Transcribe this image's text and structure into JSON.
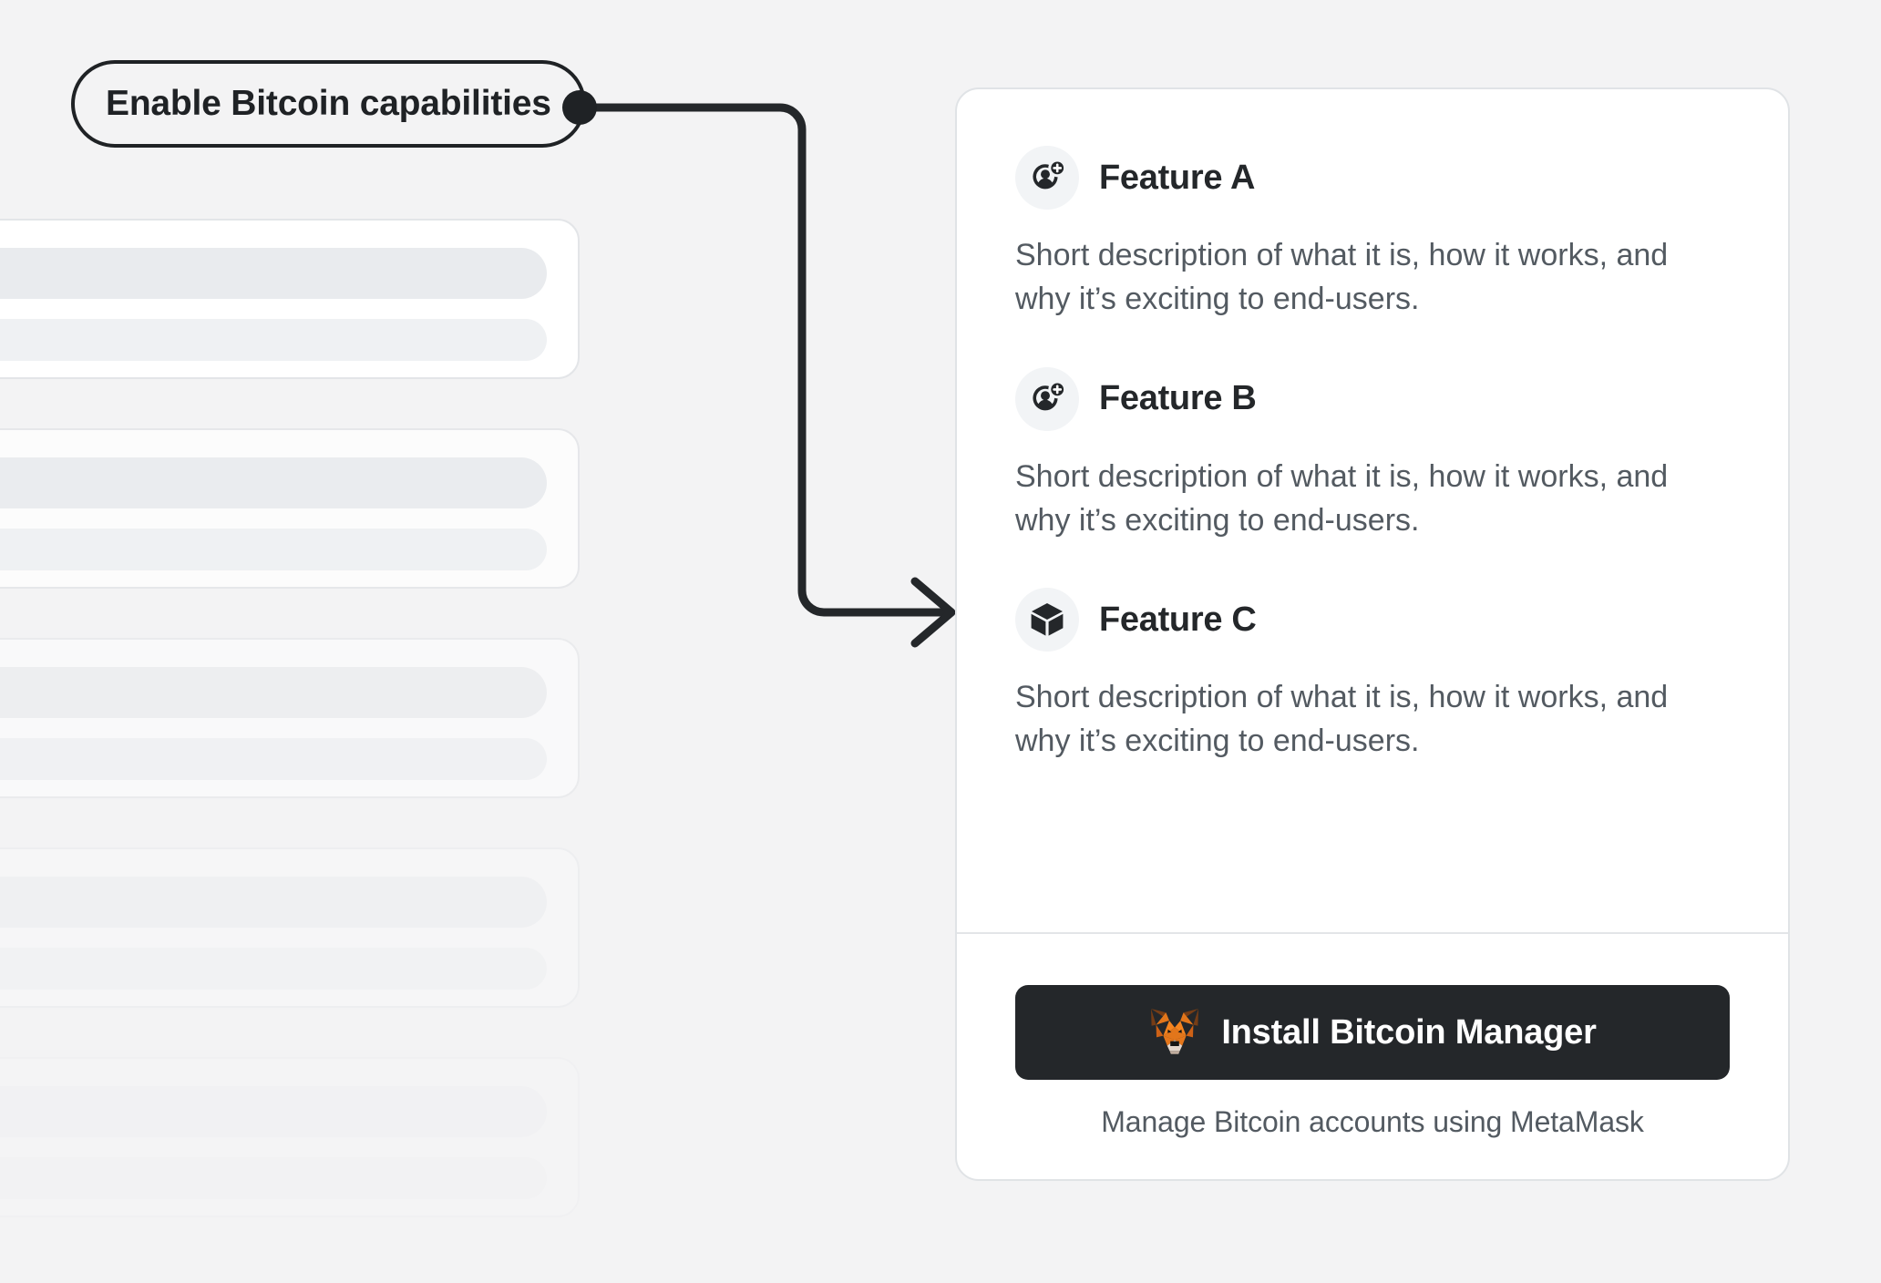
{
  "page": {
    "background_color": "#F3F3F4"
  },
  "callout": {
    "label": "Enable Bitcoin capabilities",
    "dot_color": "#1F2225",
    "line_color": "#24272A",
    "connector_icon": "arrow-right-icon"
  },
  "background_list": {
    "placeholder_count": 5,
    "items": [
      {
        "opacity_class": "f1"
      },
      {
        "opacity_class": "f2"
      },
      {
        "opacity_class": "f3"
      },
      {
        "opacity_class": "f4"
      },
      {
        "opacity_class": "f5"
      }
    ]
  },
  "card": {
    "accent_color": "#24272A",
    "features": [
      {
        "icon": "add-account-icon",
        "title": "Feature A",
        "description": "Short description of what it is, how it works, and why it’s exciting to end-users."
      },
      {
        "icon": "add-account-icon",
        "title": "Feature B",
        "description": "Short description of what it is, how it works, and why it’s exciting to end-users."
      },
      {
        "icon": "cube-icon",
        "title": "Feature C",
        "description": "Short description of what it is, how it works, and why it’s exciting to end-users."
      }
    ],
    "footer": {
      "button_icon": "metamask-fox-icon",
      "button_label": "Install Bitcoin Manager",
      "button_color": "#24272A",
      "caption": "Manage Bitcoin accounts using MetaMask"
    }
  }
}
